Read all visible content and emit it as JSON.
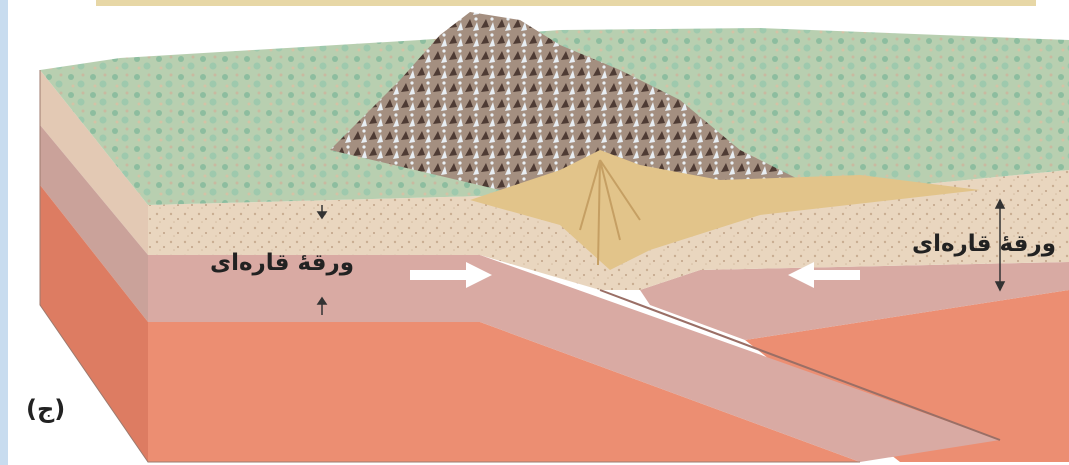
{
  "labels": {
    "left_plate": "ورقهٔ قاره‌ای",
    "right_plate": "ورقهٔ قاره‌ای",
    "part": "(ج)"
  },
  "colors": {
    "mantle": "#ec8e72",
    "lithosphere": "#d9aaa3",
    "crust": "#e9d6bf",
    "vegetation": "#9cc4a8",
    "mountain_rock": "#6b5548",
    "snow": "#e6eef4",
    "sediment": "#e2c48a",
    "arrow": "#ffffff",
    "page_strip": "#c8dcef"
  }
}
